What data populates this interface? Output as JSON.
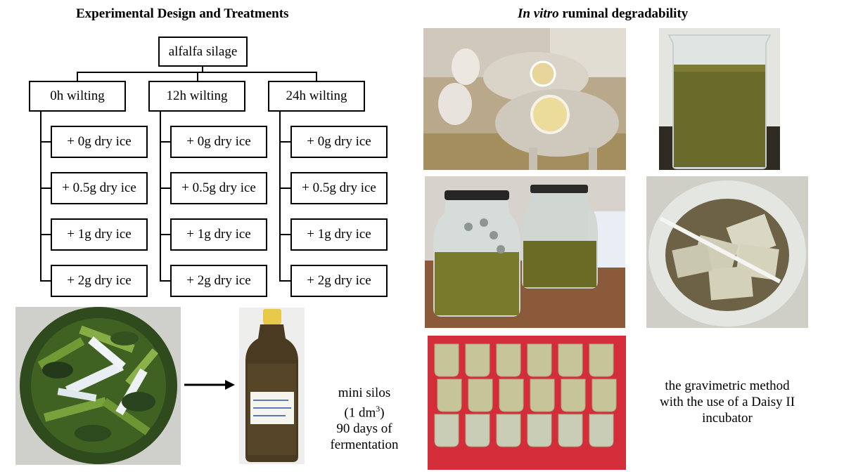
{
  "left_title": "Experimental Design and Treatments",
  "right_title": {
    "italic": "In vitro",
    "rest": " ruminal degradability"
  },
  "root": "alfalfa silage",
  "groups": [
    {
      "label": "0h wilting",
      "treatments": [
        "+ 0g dry ice",
        "+ 0.5g dry ice",
        "+ 1g dry ice",
        "+ 2g dry ice"
      ]
    },
    {
      "label": "12h wilting",
      "treatments": [
        "+ 0g dry ice",
        "+ 0.5g dry ice",
        "+ 1g dry ice",
        "+ 2g dry ice"
      ]
    },
    {
      "label": "24h wilting",
      "treatments": [
        "+ 0g dry ice",
        "+ 0.5g dry ice",
        "+ 1g dry ice",
        "+ 2g dry ice"
      ]
    }
  ],
  "silo_caption": {
    "line1": "mini silos",
    "line2_pre": "(1 dm",
    "line2_sup": "3",
    "line2_post": ")",
    "line3": "90 days of",
    "line4": "fermentation"
  },
  "method_caption": {
    "line1": "the gravimetric method",
    "line2": "with the use of a Daisy II",
    "line3": "incubator"
  },
  "photos": {
    "chopped": "chopped-alfalfa-with-dry-ice-photo",
    "silo": "mini-silo-bottle-photo",
    "sheep": "cannulated-sheep-photo",
    "beaker": "rumen-fluid-beaker-photo",
    "jars": "incubation-jars-photo",
    "bags_jar": "filter-bags-in-jar-photo",
    "bags_tray": "filter-bags-tray-photo"
  }
}
